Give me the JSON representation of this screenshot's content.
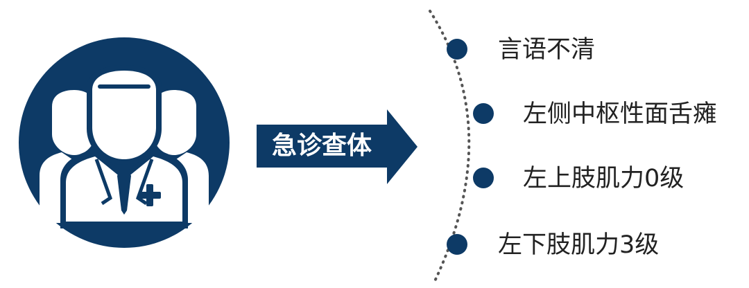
{
  "arrow": {
    "label": "急诊查体"
  },
  "findings": [
    {
      "label": "言语不清"
    },
    {
      "label": "左侧中枢性面舌瘫"
    },
    {
      "label": "左上肢肌力0级"
    },
    {
      "label": "左下肢肌力3级"
    }
  ],
  "colors": {
    "accent": "#0d3a66",
    "text": "#222222",
    "curve": "#555555"
  },
  "icons": {
    "doctor_group": "doctors-group-icon",
    "arrow": "right-arrow-icon",
    "bullet": "bullet-dot-icon"
  }
}
